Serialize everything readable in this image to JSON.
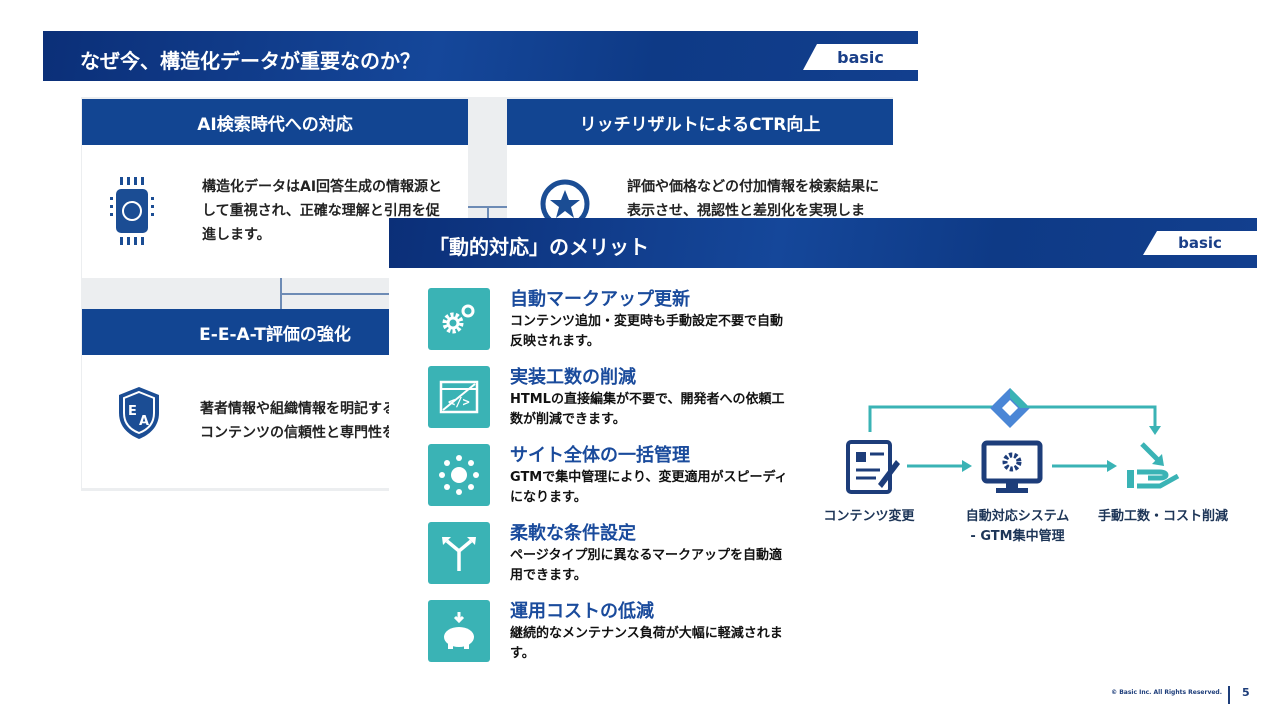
{
  "back_slide": {
    "title": "なぜ今、構造化データが重要なのか？",
    "brand": "basic",
    "cards": [
      {
        "heading": "AI検索時代への対応",
        "text": "構造化データはAI回答生成の情報源として重視され、正確な理解と引用を促進します。",
        "icon": "ai-brain-chip-icon"
      },
      {
        "heading": "リッチリザルトによるCTR向上",
        "text": "評価や価格などの付加情報を検索結果に表示させ、視認性と差別化を実現しま",
        "icon": "star-badge-icon"
      },
      {
        "heading": "E-E-A-T評価の強化",
        "text": "著者情報や組織情報を明記するコンテンツの信頼性と専門性を",
        "icon": "ea-shield-icon"
      }
    ]
  },
  "front_slide": {
    "title": "「動的対応」のメリット",
    "brand": "basic",
    "items": [
      {
        "title": "自動マークアップ更新",
        "desc": "コンテンツ追加・変更時も手動設定不要で自動反映されます。",
        "icon": "gears-icon"
      },
      {
        "title": "実装工数の削減",
        "desc": "HTMLの直接編集が不要で、開発者への依頼工数が削減できます。",
        "icon": "code-window-icon"
      },
      {
        "title": "サイト全体の一括管理",
        "desc": "GTMで集中管理により、変更適用がスピーディになります。",
        "icon": "network-user-icon"
      },
      {
        "title": "柔軟な条件設定",
        "desc": "ページタイプ別に異なるマークアップを自動適用できます。",
        "icon": "split-arrows-icon"
      },
      {
        "title": "運用コストの低減",
        "desc": "継続的なメンテナンス負荷が大幅に軽減されます。",
        "icon": "piggy-bank-icon"
      }
    ],
    "diagram": {
      "nodes": [
        "コンテンツ変更",
        "自動対応システム\n- GTM集中管理",
        "手動工数・コスト削減"
      ],
      "node1_line1": "自動対応システム",
      "node1_line2": "- GTM集中管理"
    },
    "footer": {
      "copyright": "© Basic Inc. All Rights Reserved.",
      "page": "5"
    }
  },
  "colors": {
    "navy": "#124592",
    "teal": "#3ab3b5",
    "title_blue": "#1a4b9c"
  }
}
